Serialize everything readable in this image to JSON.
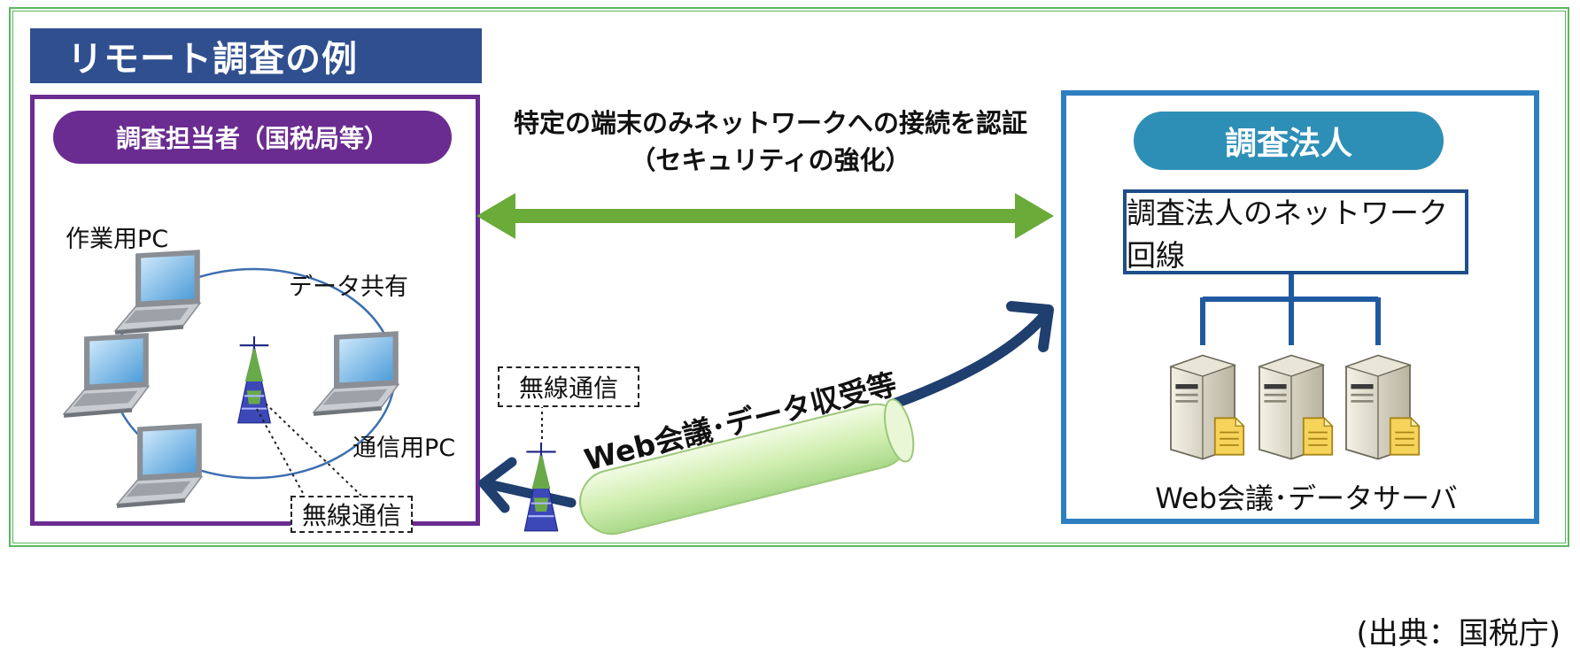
{
  "title": "リモート調査の例",
  "left_panel": {
    "header": "調査担当者（国税局等）",
    "work_pc_label": "作業用PC",
    "data_share_label": "データ共有",
    "comm_pc_label": "通信用PC",
    "wireless_inner_label": "無線通信"
  },
  "middle": {
    "auth_line1": "特定の端末のみネットワークへの接続を認証",
    "auth_line2": "（セキュリティの強化）",
    "wireless_label": "無線通信",
    "tube_label": "Web会議･データ収受等"
  },
  "right_panel": {
    "header": "調査法人",
    "network_label": "調査法人のネットワーク回線",
    "server_label": "Web会議･データサーバ"
  },
  "source": "(出典：国税庁)",
  "colors": {
    "title_bg": "#2f4f8f",
    "left_accent": "#6b2c91",
    "right_accent": "#2e7fc0",
    "right_header": "#2e8fb6",
    "green_arrow": "#6aab3a",
    "navy_arrow": "#1f3f6e",
    "outer_frame": "#5bb85f"
  },
  "icons": [
    "laptop-icon",
    "antenna-tower-icon",
    "server-icon",
    "document-icon"
  ]
}
